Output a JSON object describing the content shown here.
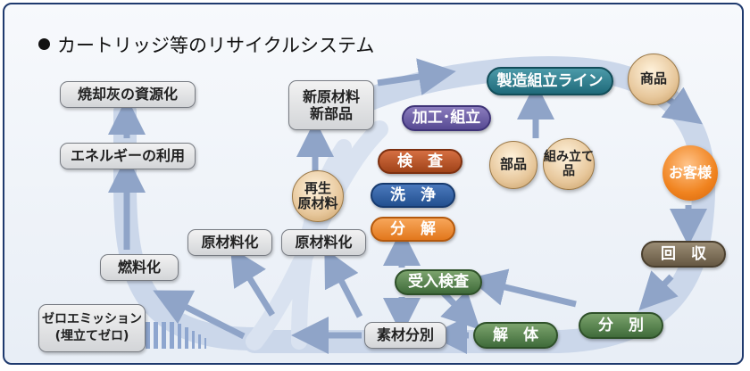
{
  "title": "カートリッジ等のリサイクルシステム",
  "nodes": {
    "incineration": "焼却灰の資源化",
    "energy": "エネルギーの利用",
    "fuel": "燃料化",
    "raw_material_left": "原材料化",
    "raw_material_mid": "原材料化",
    "new_materials_l1": "新原材料",
    "new_materials_l2": "新部品",
    "recycled_l1": "再生",
    "recycled_l2": "原材料",
    "zero_emission_l1": "ゼロエミッション",
    "zero_emission_l2": "(埋立てゼロ)",
    "material_sorting": "素材分別",
    "assembly_line": "製造組立ライン",
    "processing": "加工･組立",
    "inspection": "検　査",
    "cleaning": "洗　浄",
    "disassembly": "分　解",
    "receiving_inspection": "受入検査",
    "dismantling": "解　体",
    "sorting": "分　別",
    "collection": "回　収",
    "parts": "部品",
    "assembled_parts_l1": "組み立て",
    "assembled_parts_l2": "品",
    "product": "商品",
    "customer": "お客様"
  }
}
